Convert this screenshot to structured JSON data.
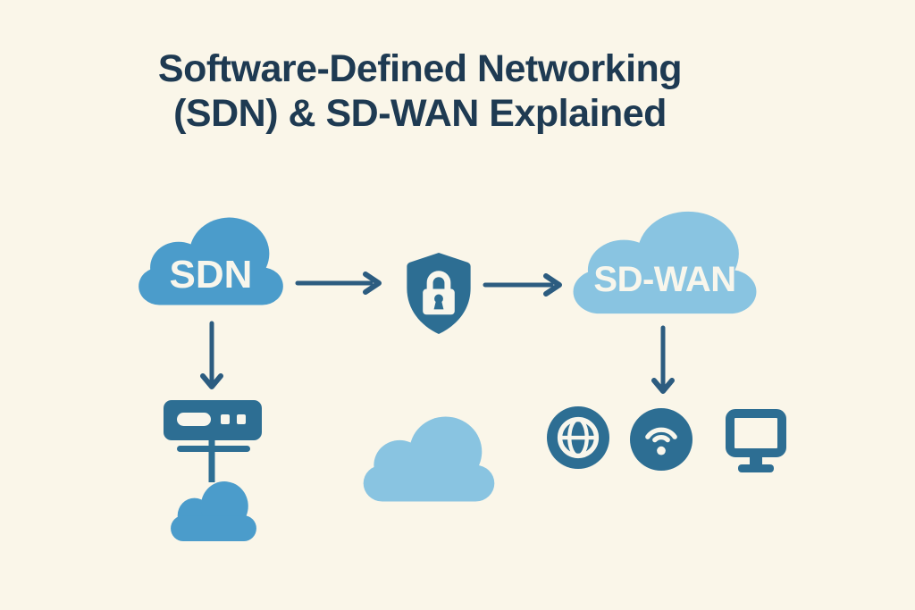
{
  "title": {
    "line1": "Software-Defined Networking",
    "line2": "(SDN) & SD-WAN Explained"
  },
  "nodes": {
    "sdn": {
      "label": "SDN",
      "type": "cloud"
    },
    "sdwan": {
      "label": "SD-WAN",
      "type": "cloud"
    },
    "security": {
      "type": "shield-lock"
    },
    "datacenter": {
      "type": "server-with-cloud"
    },
    "cloud": {
      "type": "cloud"
    },
    "internet": {
      "type": "globe"
    },
    "wireless": {
      "type": "wifi"
    },
    "endpoint": {
      "type": "monitor"
    }
  },
  "connections": [
    {
      "from": "sdn",
      "to": "security",
      "direction": "right"
    },
    {
      "from": "security",
      "to": "sdwan",
      "direction": "right"
    },
    {
      "from": "sdn",
      "to": "datacenter",
      "direction": "down"
    },
    {
      "from": "sdwan",
      "to": "devices",
      "direction": "down"
    }
  ],
  "icons": {
    "security": "shield-lock-icon",
    "datacenter": "server-icon",
    "sdn_cloud": "cloud-icon",
    "sdwan_cloud": "cloud-icon",
    "middle_cloud": "cloud-icon",
    "internet": "globe-icon",
    "wireless": "wifi-icon",
    "endpoint": "monitor-icon"
  },
  "colors": {
    "background": "#FAF6E9",
    "title_text": "#1E3A52",
    "cloud_medium": "#4B9CCB",
    "cloud_light": "#89C4E1",
    "icon_dark": "#2D6E93",
    "arrow": "#2C5C80",
    "glyph": "#F8F6EC"
  }
}
